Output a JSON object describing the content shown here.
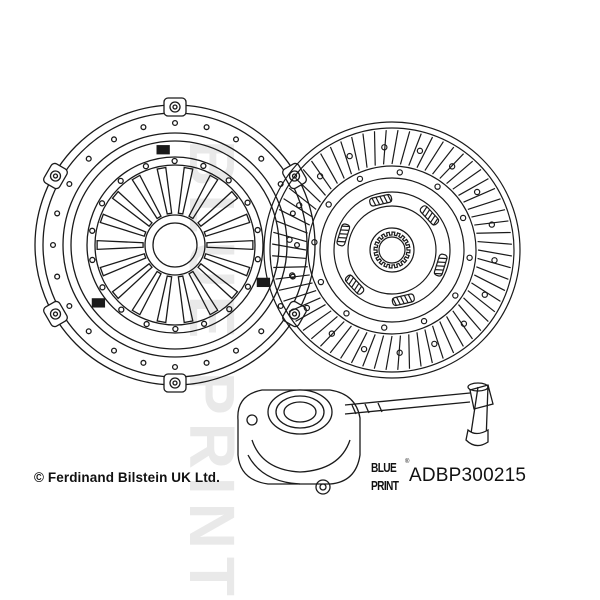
{
  "copyright_text": "© Ferdinand Bilstein UK Ltd.",
  "brand": {
    "line1": "BLUE",
    "line2": "PRINT",
    "registered_mark": "®"
  },
  "part_number": "ADBP300215",
  "watermark_text": "BLUE PRINT",
  "components": [
    {
      "name": "clutch-pressure-plate",
      "icon": "pressure-plate-drawing"
    },
    {
      "name": "clutch-disc",
      "icon": "clutch-disc-drawing"
    },
    {
      "name": "concentric-slave-cylinder",
      "icon": "release-bearing-drawing"
    }
  ],
  "colors": {
    "line": "#1a1a1a",
    "background": "#ffffff",
    "watermark": "#e6e6e6"
  }
}
